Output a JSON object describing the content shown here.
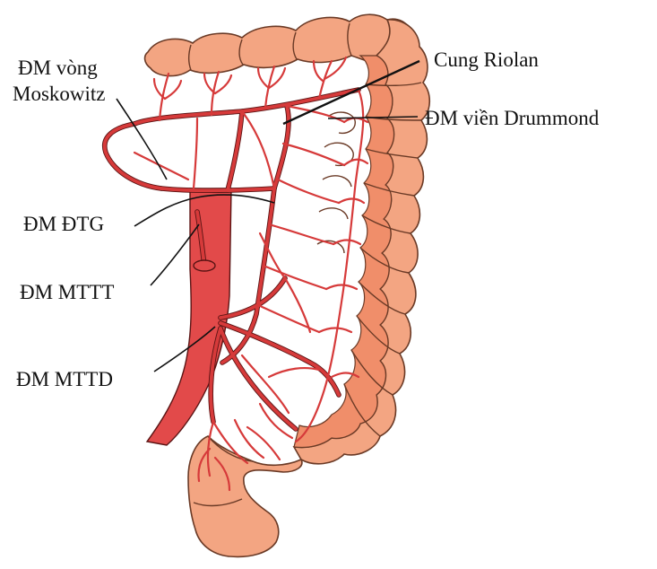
{
  "labels": {
    "dm_vong_line1": "ĐM vòng",
    "dm_vong_line2": "Moskowitz",
    "cung_riolan": "Cung Riolan",
    "dm_vien_drummond": "ĐM viền Drummond",
    "dm_dtg": "ĐM ĐTG",
    "dm_mttt": "ĐM MTTT",
    "dm_mttd": "ĐM MTTD"
  },
  "colors": {
    "colon": "#f3a582",
    "artery": "#d63a3a",
    "aorta": "#e24a4a",
    "outline": "#5a1414"
  }
}
